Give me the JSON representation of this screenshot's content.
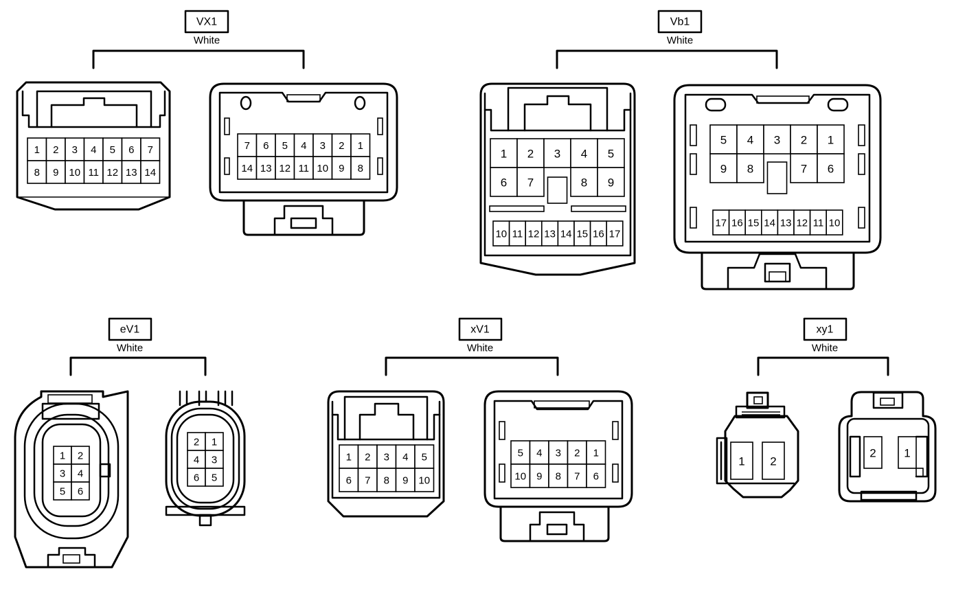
{
  "connectors": [
    {
      "id": "VX1",
      "color": "White",
      "left_pins": [
        [
          "1",
          "2",
          "3",
          "4",
          "5",
          "6",
          "7"
        ],
        [
          "8",
          "9",
          "10",
          "11",
          "12",
          "13",
          "14"
        ]
      ],
      "right_pins": [
        [
          "7",
          "6",
          "5",
          "4",
          "3",
          "2",
          "1"
        ],
        [
          "14",
          "13",
          "12",
          "11",
          "10",
          "9",
          "8"
        ]
      ]
    },
    {
      "id": "Vb1",
      "color": "White",
      "left_pins_top": [
        [
          "1",
          "2",
          "3",
          "4",
          "5"
        ],
        [
          "6",
          "7",
          "",
          "8",
          "9"
        ]
      ],
      "left_pins_bottom": [
        "10",
        "11",
        "12",
        "13",
        "14",
        "15",
        "16",
        "17"
      ],
      "right_pins_top": [
        [
          "5",
          "4",
          "3",
          "2",
          "1"
        ],
        [
          "9",
          "8",
          "",
          "7",
          "6"
        ]
      ],
      "right_pins_bottom": [
        "17",
        "16",
        "15",
        "14",
        "13",
        "12",
        "11",
        "10"
      ]
    },
    {
      "id": "eV1",
      "color": "White",
      "left_pins": [
        [
          "1",
          "2"
        ],
        [
          "3",
          "4"
        ],
        [
          "5",
          "6"
        ]
      ],
      "right_pins": [
        [
          "2",
          "1"
        ],
        [
          "4",
          "3"
        ],
        [
          "6",
          "5"
        ]
      ]
    },
    {
      "id": "xV1",
      "color": "White",
      "left_pins": [
        [
          "1",
          "2",
          "3",
          "4",
          "5"
        ],
        [
          "6",
          "7",
          "8",
          "9",
          "10"
        ]
      ],
      "right_pins": [
        [
          "5",
          "4",
          "3",
          "2",
          "1"
        ],
        [
          "10",
          "9",
          "8",
          "7",
          "6"
        ]
      ]
    },
    {
      "id": "xy1",
      "color": "White",
      "left_pins": [
        "1",
        "2"
      ],
      "right_pins": [
        "2",
        "1"
      ]
    }
  ]
}
